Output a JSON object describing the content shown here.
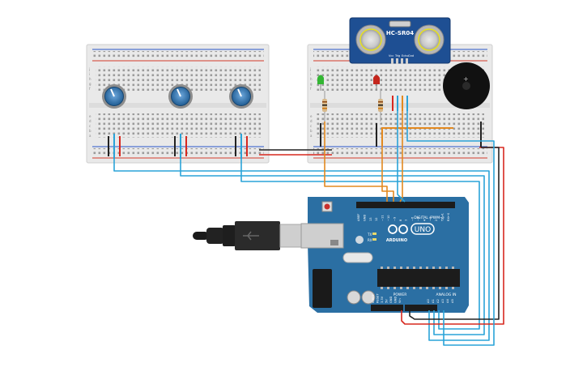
{
  "sensor": {
    "label": "HC-SR04",
    "pins": [
      "Vcc",
      "Trig",
      "Echo",
      "Gnd"
    ]
  },
  "arduino": {
    "model": "UNO",
    "brand": "ARDUINO",
    "digital_header": "DIGITAL (PWM~)",
    "analog_header": "ANALOG IN",
    "power_header": "POWER",
    "tx": "TX",
    "rx": "RX",
    "digital_pins": [
      "AREF",
      "GND",
      "13",
      "12",
      "~11",
      "~10",
      "~9",
      "8",
      "7",
      "~6",
      "~5",
      "4",
      "~3",
      "2",
      "TX→1",
      "RX←0"
    ],
    "power_pins": [
      "IOREF",
      "RESET",
      "3.3V",
      "5V",
      "GND",
      "GND",
      "Vin"
    ],
    "analog_pins": [
      "A0",
      "A1",
      "A2",
      "A3",
      "A4",
      "A5"
    ]
  },
  "breadboard_left": {
    "row_labels_top": [
      "j",
      "i",
      "h",
      "g",
      "f"
    ],
    "row_labels_bottom": [
      "e",
      "d",
      "c",
      "b",
      "a"
    ]
  },
  "breadboard_right": {
    "row_labels_top": [
      "j",
      "i",
      "h",
      "g",
      "f"
    ],
    "row_labels_bottom": [
      "e",
      "d",
      "c",
      "b",
      "a"
    ]
  },
  "colors": {
    "board": "#2b6fa3",
    "wire_red": "#d7281f",
    "wire_black": "#222222",
    "wire_blue": "#2aa3d8",
    "wire_orange": "#e3891f",
    "led_green": "#33b633",
    "led_red": "#c4261d"
  }
}
